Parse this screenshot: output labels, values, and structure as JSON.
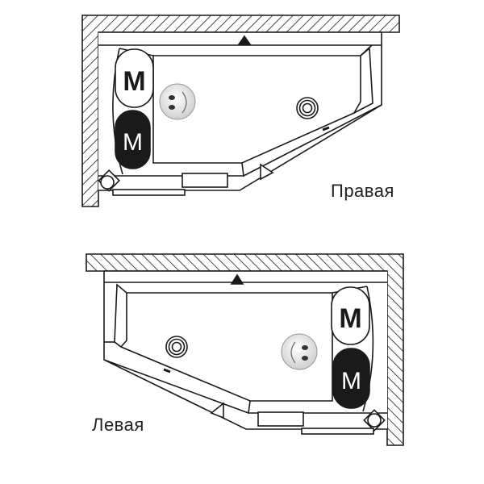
{
  "diagrams": [
    {
      "id": "right",
      "label": "Правая",
      "headrest_top": "M",
      "headrest_bottom": "M"
    },
    {
      "id": "left",
      "label": "Левая",
      "headrest_top": "M",
      "headrest_bottom": "M"
    }
  ],
  "colors": {
    "line": "#1a1a1a",
    "fill_dark": "#1a1a1a",
    "background": "#ffffff",
    "smiley_fill": "#eeeeee"
  },
  "icons": [
    "wall-hatch",
    "triangle-marker-icon",
    "smiley-icon",
    "jet-nozzle-icon",
    "drain-valve-icon",
    "headrest-pillow-icon"
  ]
}
